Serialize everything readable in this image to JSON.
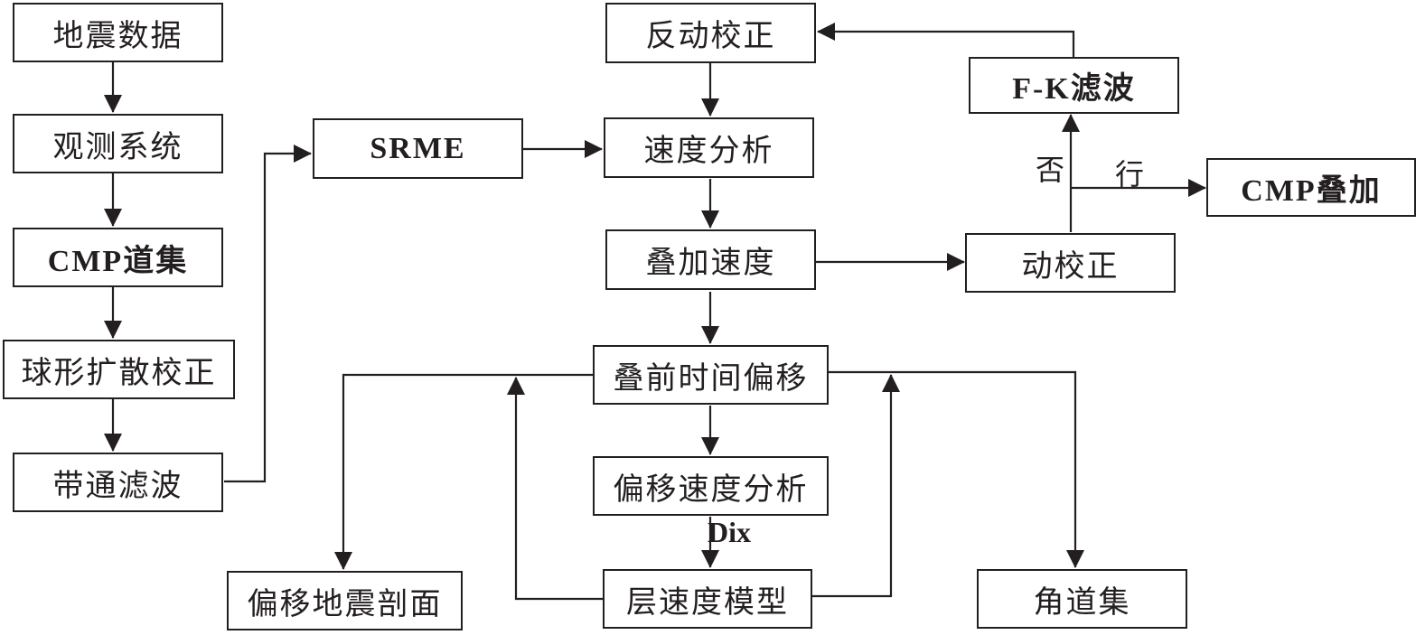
{
  "nodes": {
    "seismic_data": "地震数据",
    "geometry": "观测系统",
    "cmp_gather": "CMP道集",
    "spherical_correction": "球形扩散校正",
    "bandpass_filter": "带通滤波",
    "srme": "SRME",
    "inverse_nmo": "反动校正",
    "fk_filter": "F-K滤波",
    "velocity_analysis": "速度分析",
    "stack_velocity": "叠加速度",
    "nmo": "动校正",
    "cmp_stack": "CMP叠加",
    "prestack_time_migration": "叠前时间偏移",
    "migration_velocity_analysis": "偏移速度分析",
    "interval_velocity_model": "层速度模型",
    "migrated_section": "偏移地震剖面",
    "angle_gather": "角道集"
  },
  "labels": {
    "no": "否",
    "yes": "行",
    "dix": "Dix"
  },
  "colors": {
    "line": "#231f20",
    "background": "#ffffff"
  }
}
